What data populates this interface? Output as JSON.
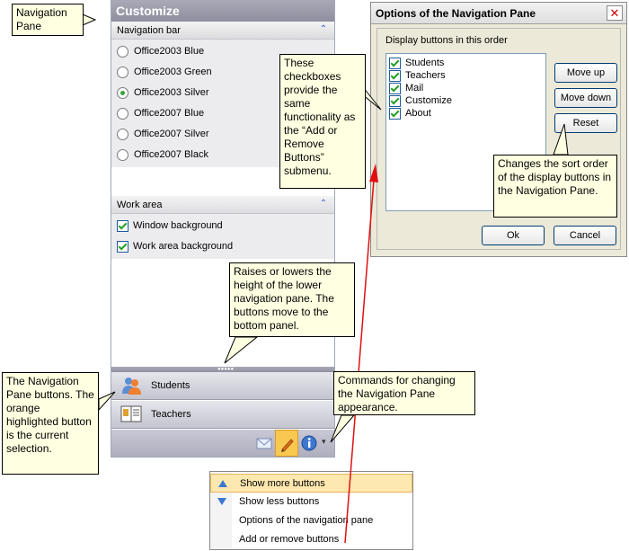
{
  "nav_pane": {
    "title": "Customize",
    "navigation_bar_header": "Navigation bar",
    "themes": [
      {
        "label": "Office2003 Blue",
        "selected": false
      },
      {
        "label": "Office2003 Green",
        "selected": false
      },
      {
        "label": "Office2003 Silver",
        "selected": true
      },
      {
        "label": "Office2007 Blue",
        "selected": false
      },
      {
        "label": "Office2007 Silver",
        "selected": false
      },
      {
        "label": "Office2007 Black",
        "selected": false
      }
    ],
    "work_area_header": "Work area",
    "work_area_options": [
      {
        "label": "Window background",
        "checked": true
      },
      {
        "label": "Work area background",
        "checked": true
      }
    ],
    "buttons": [
      {
        "label": "Students",
        "icon": "students-icon"
      },
      {
        "label": "Teachers",
        "icon": "teachers-icon"
      }
    ],
    "bottom_icons": [
      "mail-icon",
      "customize-icon",
      "about-icon",
      "chevron-down-icon"
    ]
  },
  "dialog": {
    "title": "Options of the Navigation Pane",
    "list_label": "Display buttons in this order",
    "items": [
      {
        "label": "Students",
        "checked": true
      },
      {
        "label": "Teachers",
        "checked": true
      },
      {
        "label": "Mail",
        "checked": true
      },
      {
        "label": "Customize",
        "checked": true
      },
      {
        "label": "About",
        "checked": true
      }
    ],
    "move_up": "Move up",
    "move_down": "Move down",
    "reset": "Reset",
    "ok": "Ok",
    "cancel": "Cancel"
  },
  "menu": {
    "items": [
      {
        "label": "Show more buttons",
        "icon": "arrow-up-icon",
        "highlighted": true
      },
      {
        "label": "Show less buttons",
        "icon": "arrow-down-icon",
        "highlighted": false
      },
      {
        "label": "Options of the navigation pane",
        "icon": "",
        "highlighted": false
      },
      {
        "label": "Add or remove buttons",
        "icon": "",
        "highlighted": false
      }
    ]
  },
  "callouts": {
    "navigation_pane": "Navigation Pane",
    "checkboxes": "These checkboxes provide the same functionality as the “Add or Remove Buttons” submenu.",
    "move_down": "Changes the sort order of the display buttons in the Navigation Pane.",
    "splitter": "Raises or lowers the height of the lower navigation pane. The buttons move to the bottom panel.",
    "nav_buttons": "The Navigation Pane buttons. The orange highlighted button is the current selection.",
    "commands": "Commands for changing the Navigation Pane appearance."
  },
  "colors": {
    "callout_bg": "#ffffe1",
    "header_gray": "#9a9aaa",
    "highlight_orange": "#f8c850",
    "arrow_red": "#e01010"
  }
}
